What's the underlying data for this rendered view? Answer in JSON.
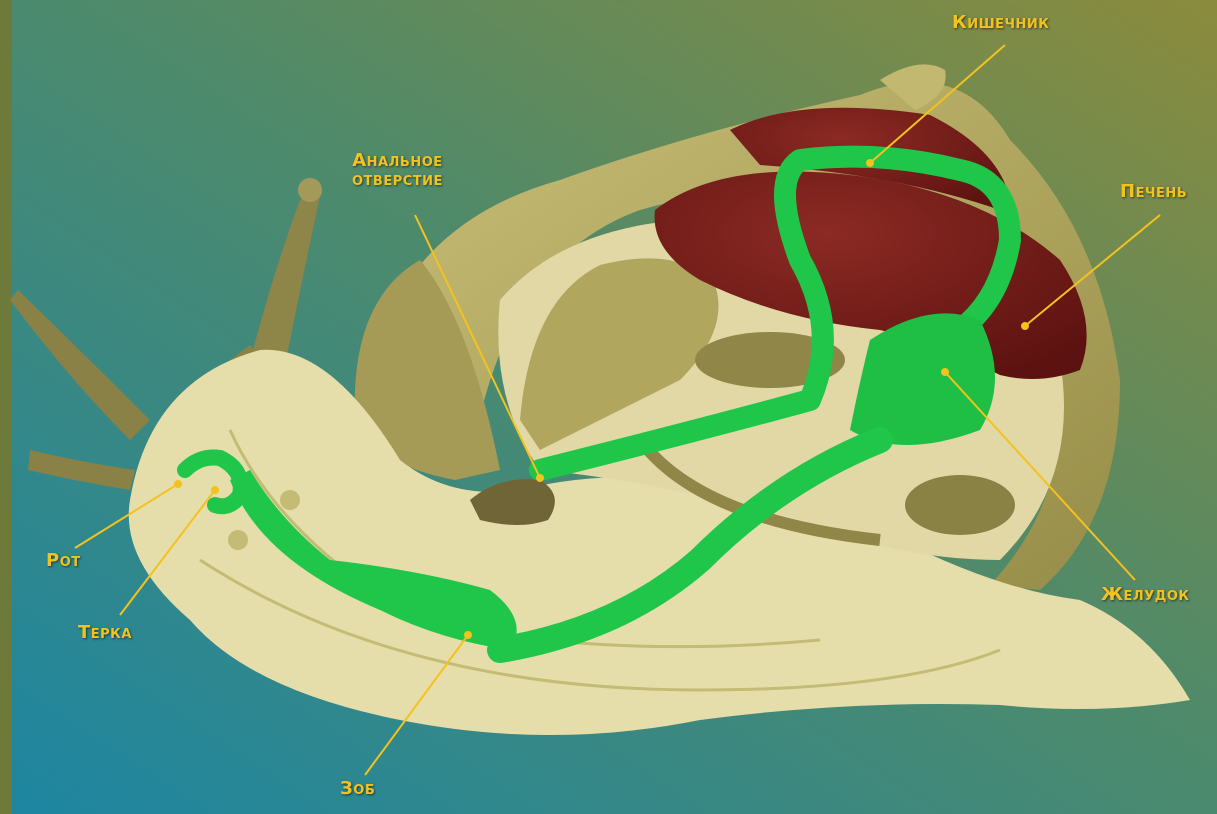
{
  "diagram": {
    "labels": {
      "intestine": "Кишечник",
      "anus_line1": "Анальное",
      "anus_line2": "отверстие",
      "liver": "Печень",
      "mouth": "Рот",
      "radula": "Терка",
      "stomach": "Желудок",
      "crop": "Зоб"
    },
    "colors": {
      "label": "#f3c21e",
      "background_left": "#1f8aa0",
      "background_right": "#8a8a3a",
      "body": "#e6deaa",
      "shell": "#b6ad62",
      "digestive_tract": "#1fc64a",
      "liver": "#7a1a18",
      "glands": "#8f8648"
    }
  }
}
